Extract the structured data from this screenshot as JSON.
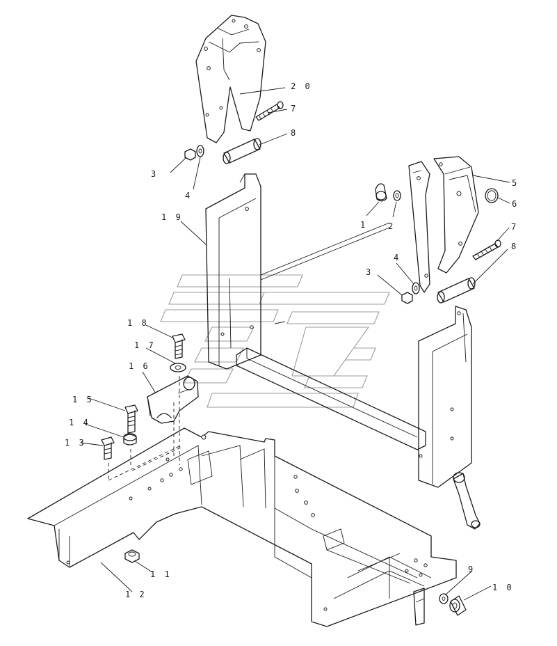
{
  "callouts": [
    {
      "id": "c20a",
      "text": "2 0"
    },
    {
      "id": "c7a",
      "text": "7"
    },
    {
      "id": "c8a",
      "text": "8"
    },
    {
      "id": "c3a",
      "text": "3"
    },
    {
      "id": "c4a",
      "text": "4"
    },
    {
      "id": "c19",
      "text": "1 9"
    },
    {
      "id": "c1",
      "text": "1"
    },
    {
      "id": "c2",
      "text": "2"
    },
    {
      "id": "c5",
      "text": "5"
    },
    {
      "id": "c6",
      "text": "6"
    },
    {
      "id": "c7b",
      "text": "7"
    },
    {
      "id": "c8b",
      "text": "8"
    },
    {
      "id": "c4b",
      "text": "4"
    },
    {
      "id": "c3b",
      "text": "3"
    },
    {
      "id": "c18",
      "text": "1 8"
    },
    {
      "id": "c17",
      "text": "1 7"
    },
    {
      "id": "c16",
      "text": "1 6"
    },
    {
      "id": "c15",
      "text": "1 5"
    },
    {
      "id": "c14",
      "text": "1 4"
    },
    {
      "id": "c13",
      "text": "1 3"
    },
    {
      "id": "c11",
      "text": "1 1"
    },
    {
      "id": "c12",
      "text": "1 2"
    },
    {
      "id": "c9",
      "text": "9"
    },
    {
      "id": "c10",
      "text": "1 0"
    }
  ],
  "colors": {
    "line": "#1a1a1a",
    "watermark": "#8a8a8a",
    "background": "#ffffff"
  }
}
